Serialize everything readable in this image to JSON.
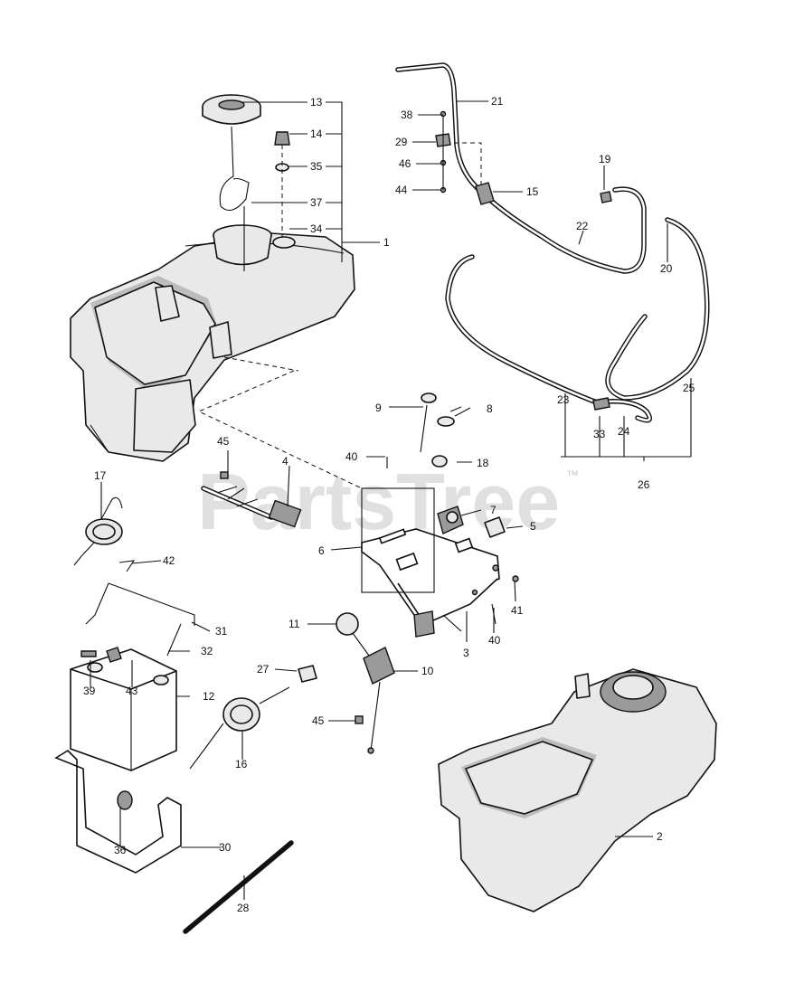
{
  "watermark": {
    "text": "PartsTree",
    "trademark": "™"
  },
  "callouts": {
    "c1": "1",
    "c2": "2",
    "c3": "3",
    "c4": "4",
    "c5": "5",
    "c6": "6",
    "c7": "7",
    "c8": "8",
    "c9": "9",
    "c10": "10",
    "c11": "11",
    "c12": "12",
    "c13": "13",
    "c14": "14",
    "c15": "15",
    "c16": "16",
    "c17": "17",
    "c18": "18",
    "c19": "19",
    "c20": "20",
    "c21": "21",
    "c22": "22",
    "c23": "23",
    "c24": "24",
    "c25": "25",
    "c26": "26",
    "c27": "27",
    "c28": "28",
    "c29": "29",
    "c30": "30",
    "c31": "31",
    "c32": "32",
    "c33": "33",
    "c34": "34",
    "c35": "35",
    "c36": "36",
    "c37": "37",
    "c38": "38",
    "c39": "39",
    "c40a": "40",
    "c40b": "40",
    "c41": "41",
    "c42": "42",
    "c43": "43",
    "c44": "44",
    "c45a": "45",
    "c45b": "45",
    "c46": "46"
  }
}
